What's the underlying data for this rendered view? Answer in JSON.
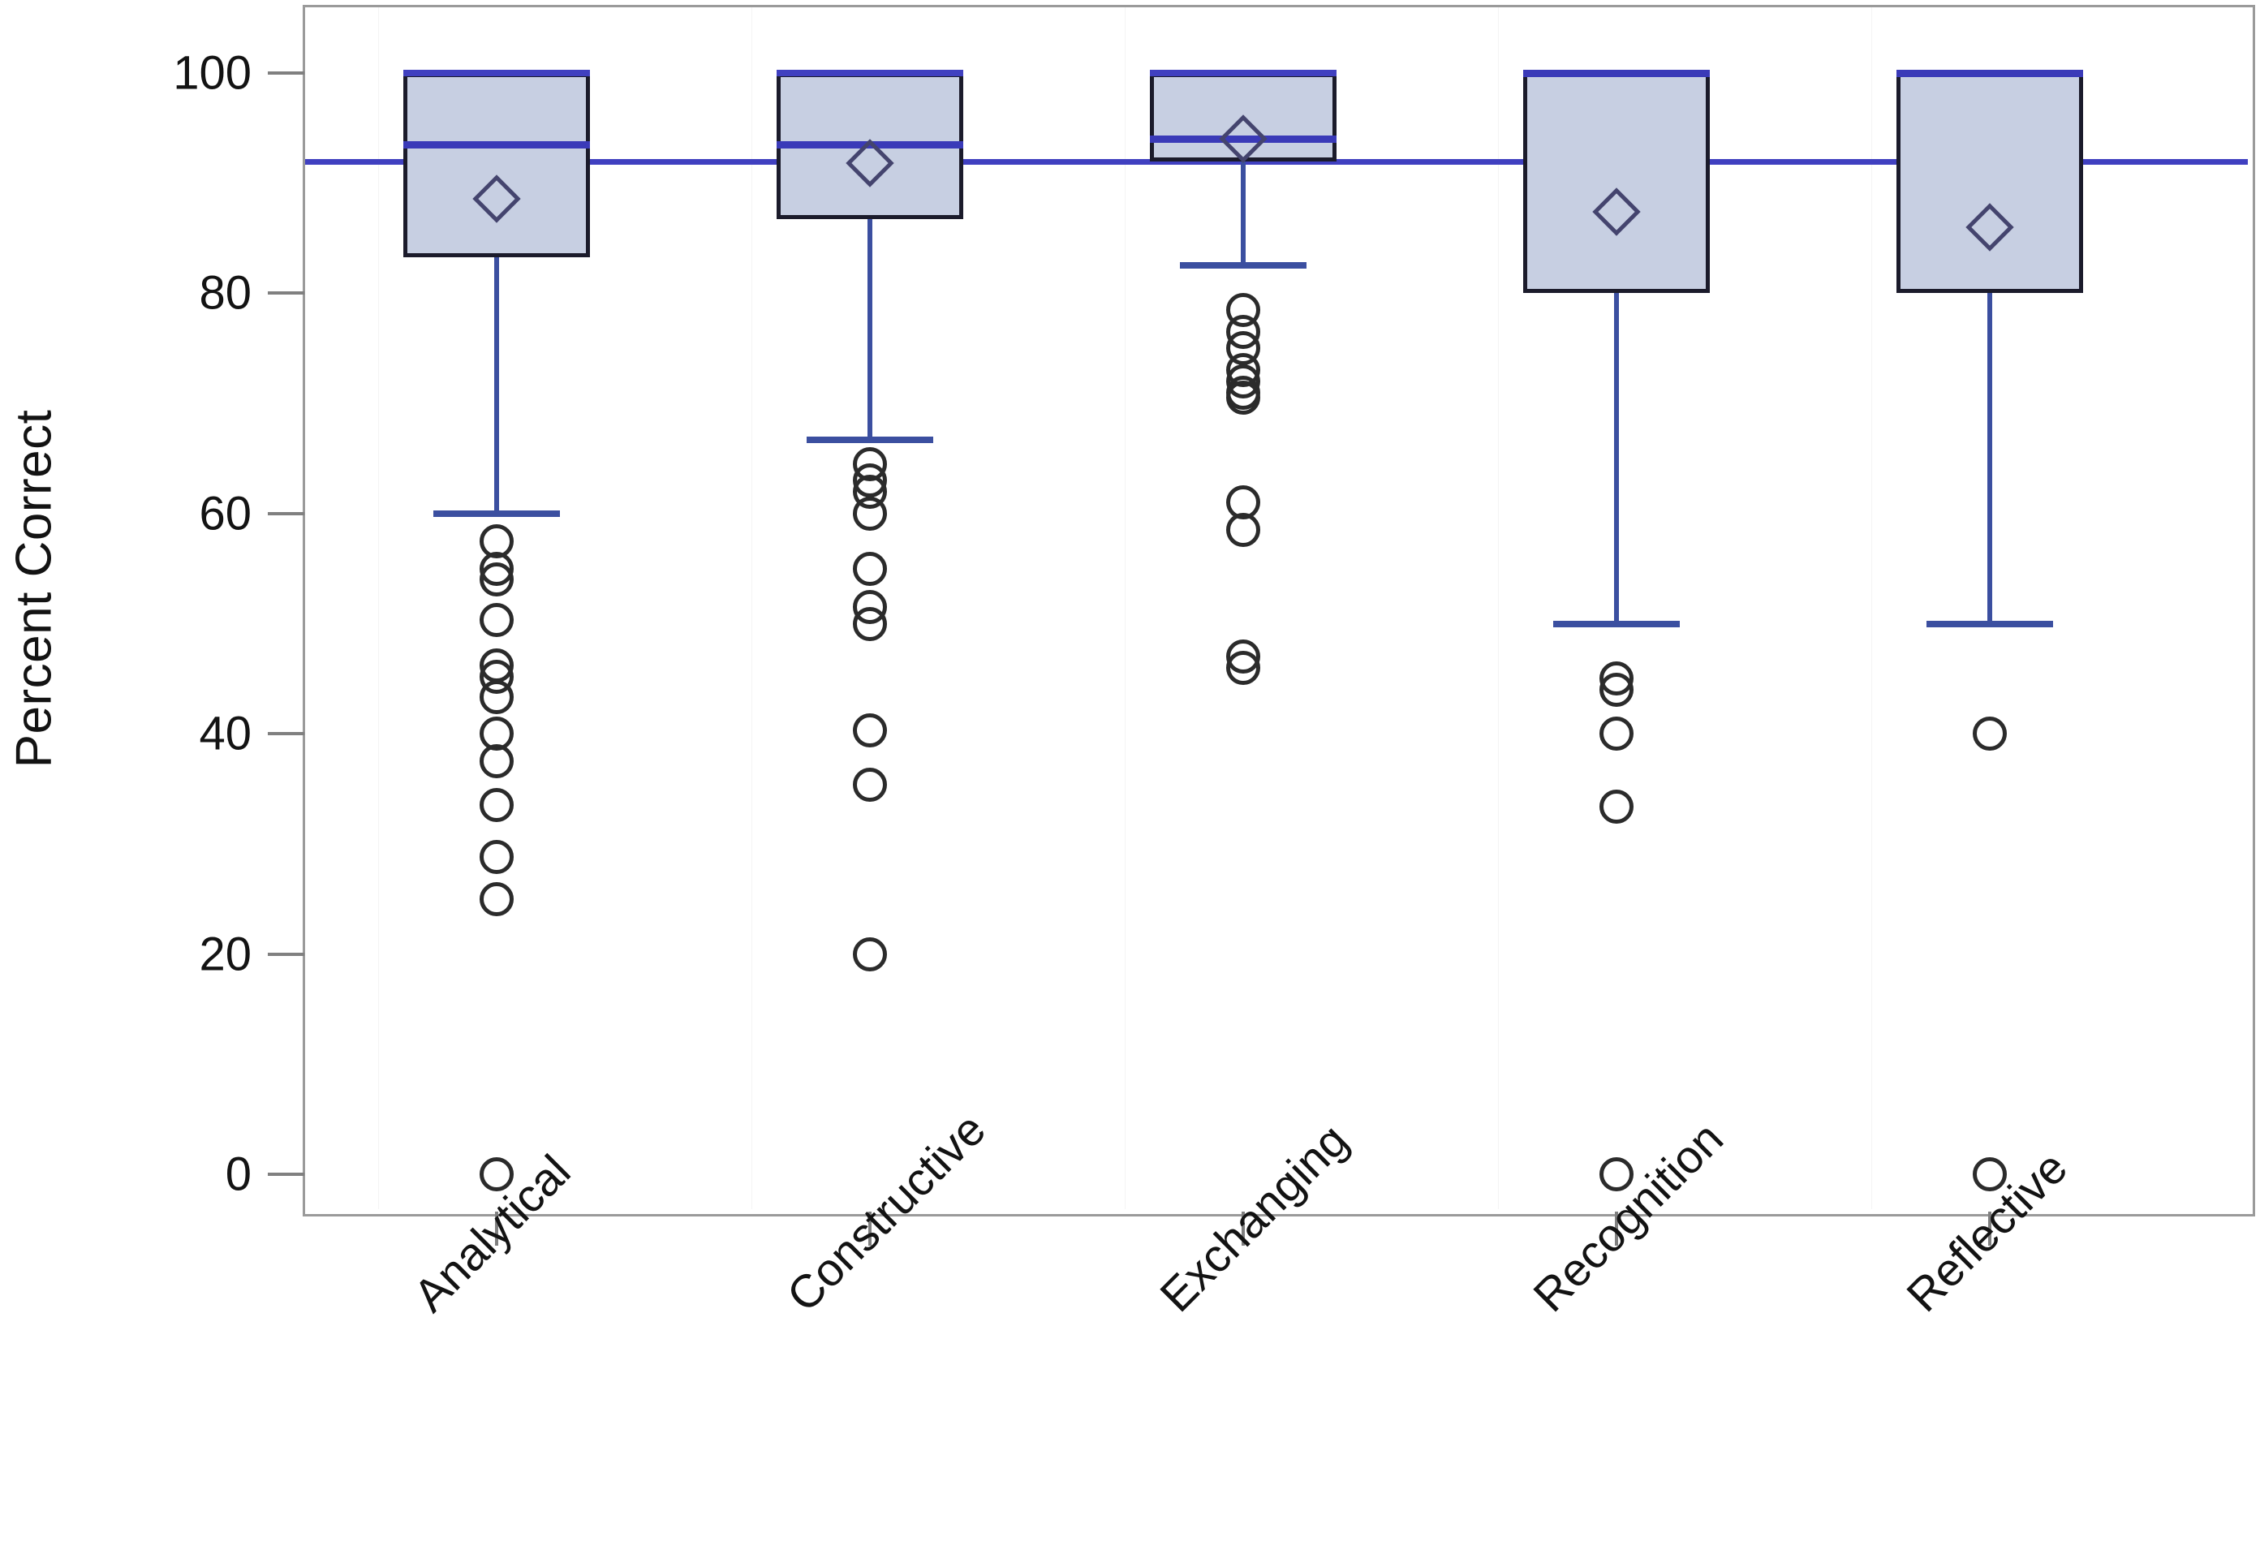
{
  "chart_data": {
    "type": "box",
    "title": "",
    "xlabel": "",
    "ylabel": "Percent Correct",
    "ylim": [
      0,
      105
    ],
    "yticks": [
      0,
      20,
      40,
      60,
      80,
      100
    ],
    "ytick_labels": [
      "0",
      "20",
      "40",
      "60",
      "80",
      "100"
    ],
    "grid": false,
    "legend": "none",
    "grand_mean": 92.0,
    "categories": [
      "Analytical",
      "Constructive",
      "Exchanging",
      "Recognition",
      "Reflective"
    ],
    "boxes": [
      {
        "category": "Analytical",
        "whisker_low": 60.0,
        "q1": 83.3,
        "median": 93.5,
        "q3": 100.0,
        "whisker_high": 100.0,
        "mean": 88.6,
        "outliers": [
          57.5,
          55.0,
          54.0,
          50.3,
          46.2,
          45.2,
          43.3,
          40.0,
          37.5,
          33.5,
          28.8,
          25.0,
          0.0
        ]
      },
      {
        "category": "Constructive",
        "whisker_low": 66.7,
        "q1": 86.7,
        "median": 93.5,
        "q3": 100.0,
        "whisker_high": 100.0,
        "mean": 91.8,
        "outliers": [
          64.5,
          63.0,
          62.0,
          60.0,
          55.0,
          51.5,
          50.0,
          40.3,
          35.4,
          20.0
        ]
      },
      {
        "category": "Exchanging",
        "whisker_low": 82.5,
        "q1": 92.0,
        "median": 94.0,
        "q3": 100.0,
        "whisker_high": 100.0,
        "mean": 94.0,
        "outliers": [
          78.5,
          76.5,
          75.0,
          73.0,
          72.0,
          71.0,
          70.5,
          61.0,
          58.5,
          47.0,
          46.0
        ]
      },
      {
        "category": "Recognition",
        "whisker_low": 50.0,
        "q1": 80.0,
        "median": 100.0,
        "q3": 100.0,
        "whisker_high": 100.0,
        "mean": 87.4,
        "outliers": [
          45.0,
          44.0,
          40.0,
          33.4,
          0.0
        ]
      },
      {
        "category": "Reflective",
        "whisker_low": 50.0,
        "q1": 80.0,
        "median": 100.0,
        "q3": 100.0,
        "whisker_high": 100.0,
        "mean": 86.0,
        "outliers": [
          40.0,
          0.0
        ]
      }
    ],
    "colors": {
      "box_fill": "#c7cfe2",
      "box_outline": "#1b1b2b",
      "median_line": "#3a3ab8",
      "grand_mean_line": "#4040c0",
      "whisker": "#3b4fa0",
      "mean_diamond": "#44446e",
      "outlier": "#2b2b2b",
      "axis": "#9a9a9a",
      "text": "#131313",
      "background": "#ffffff"
    }
  }
}
